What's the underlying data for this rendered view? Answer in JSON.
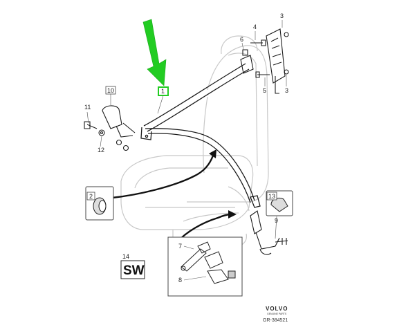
{
  "callouts": {
    "c1": "1",
    "c2": "2",
    "c3a": "3",
    "c3b": "3",
    "c4": "4",
    "c5": "5",
    "c6": "6",
    "c7": "7",
    "c8": "8",
    "c9": "9",
    "c10": "10",
    "c11": "11",
    "c12": "12",
    "c13": "13",
    "c14": "14"
  },
  "sw_label": "SW",
  "brand": {
    "name": "VOLVO",
    "tagline": "GENUINE PARTS"
  },
  "drawing_code": "GR-384521",
  "colors": {
    "highlight": "#22cc22",
    "line": "#1a1a1a",
    "ghost": "#c8c8c8"
  }
}
